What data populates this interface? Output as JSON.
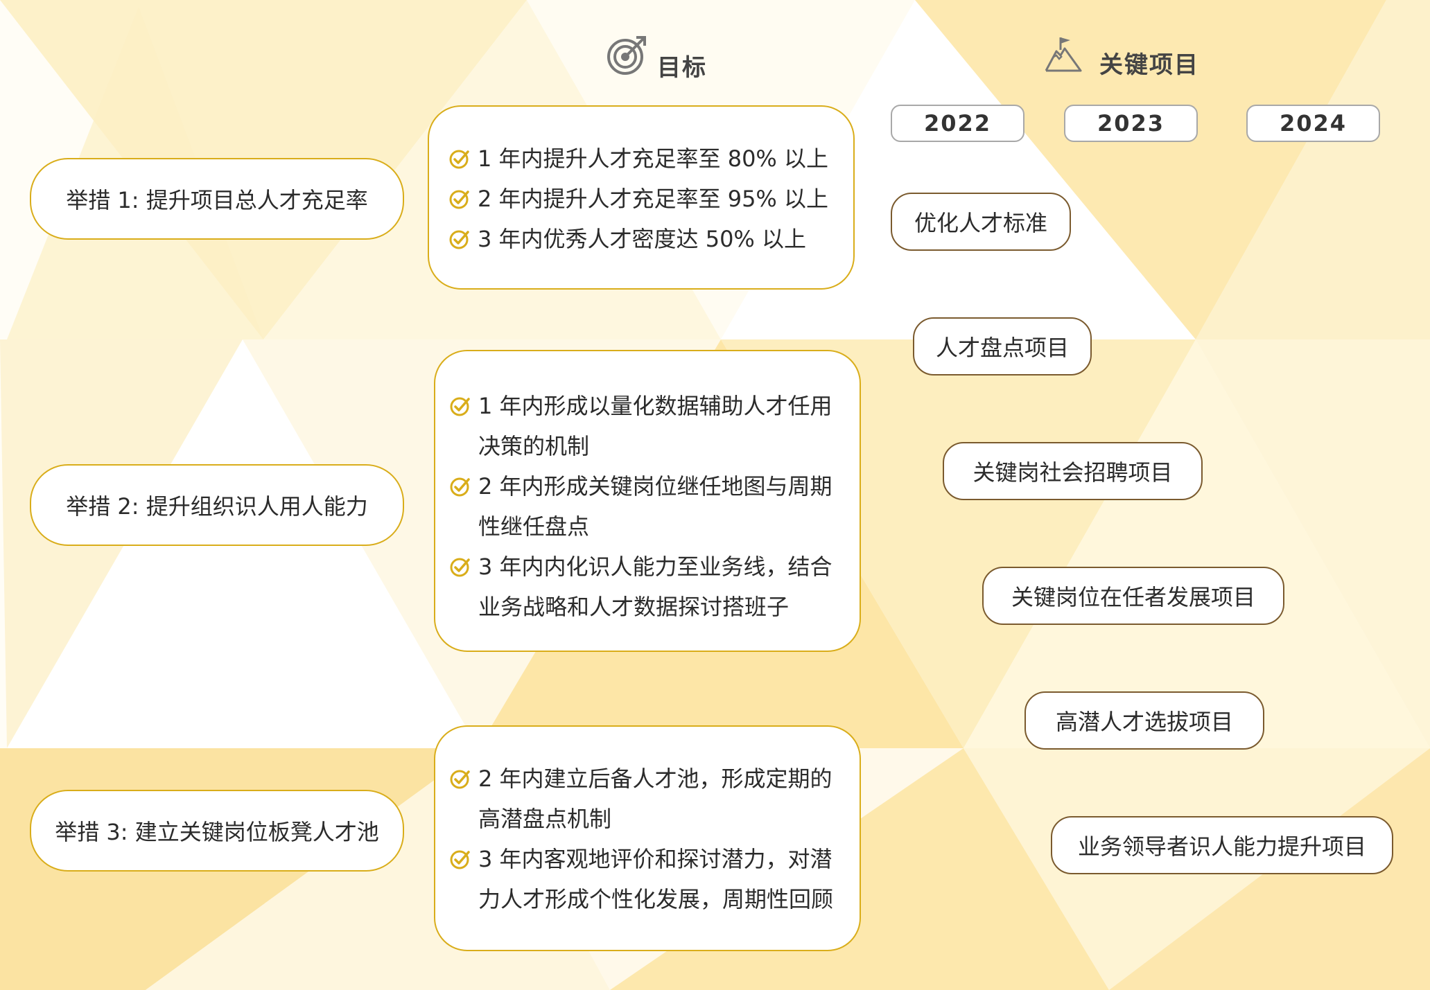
{
  "colors": {
    "accent": "#d9ad1a",
    "project_border": "#7a5a2e",
    "background": "#fffdf6"
  },
  "header": {
    "goal_icon": "target-icon",
    "goal_label": "目标",
    "projects_icon": "mountain-flag-icon",
    "projects_label": "关键项目"
  },
  "years": [
    "2022",
    "2023",
    "2024"
  ],
  "measures": [
    {
      "label": "举措 1: 提升项目总人才充足率"
    },
    {
      "label": "举措 2: 提升组织识人用人能力"
    },
    {
      "label": "举措 3: 建立关键岗位板凳人才池"
    }
  ],
  "goals": [
    {
      "items": [
        "1 年内提升人才充足率至 80% 以上",
        "2 年内提升人才充足率至 95% 以上",
        "3 年内优秀人才密度达 50% 以上"
      ]
    },
    {
      "items": [
        "1 年内形成以量化数据辅助人才任用决策的机制",
        "2 年内形成关键岗位继任地图与周期性继任盘点",
        "3 年内内化识人能力至业务线，结合业务战略和人才数据探讨搭班子"
      ]
    },
    {
      "items": [
        "2 年内建立后备人才池，形成定期的高潜盘点机制",
        "3 年内客观地评价和探讨潜力，对潜力人才形成个性化发展，周期性回顾"
      ]
    }
  ],
  "projects": [
    "优化人才标准",
    "人才盘点项目",
    "关键岗社会招聘项目",
    "关键岗位在任者发展项目",
    "高潜人才选拔项目",
    "业务领导者识人能力提升项目"
  ]
}
